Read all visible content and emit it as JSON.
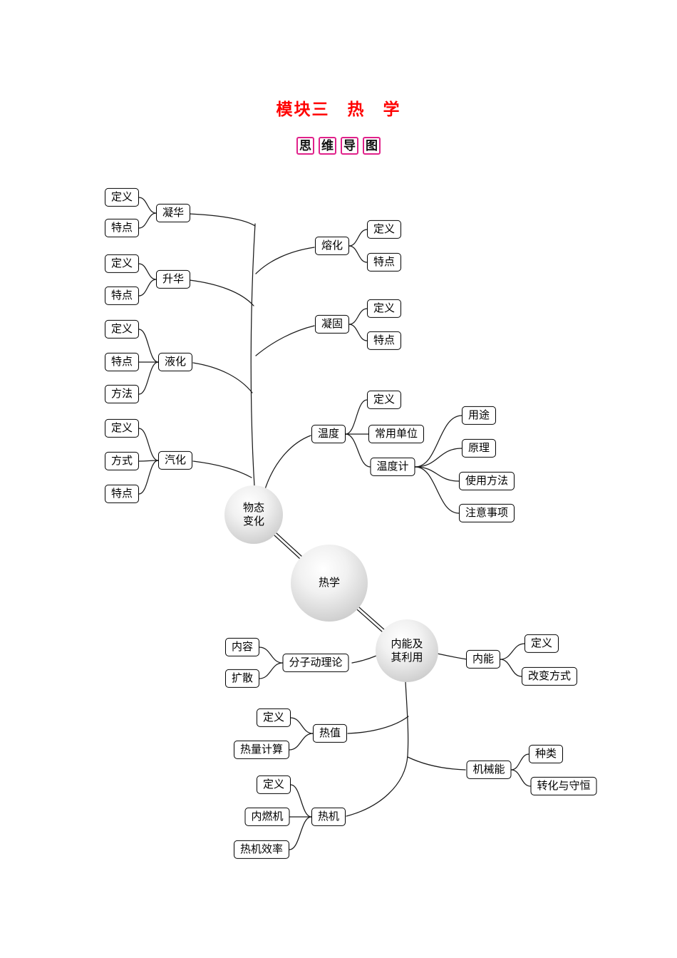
{
  "title": "模块三　热　学",
  "badge": {
    "chars": [
      "思",
      "维",
      "导",
      "图"
    ]
  },
  "colors": {
    "title_red": "#ff0000",
    "badge_border": "#e0218a",
    "line": "#1a1a1a",
    "box_border": "#000000",
    "box_bg": "#ffffff"
  },
  "nodes": {
    "rexue": {
      "label": "热学"
    },
    "wutai": {
      "label": "物态\n变化"
    },
    "nnly": {
      "label": "内能及\n其利用"
    },
    "nh": {
      "label": "凝华"
    },
    "nh_def": {
      "label": "定义"
    },
    "nh_ted": {
      "label": "特点"
    },
    "sh": {
      "label": "升华"
    },
    "sh_def": {
      "label": "定义"
    },
    "sh_ted": {
      "label": "特点"
    },
    "yh": {
      "label": "液化"
    },
    "yh_def": {
      "label": "定义"
    },
    "yh_ted": {
      "label": "特点"
    },
    "yh_ff": {
      "label": "方法"
    },
    "qh": {
      "label": "汽化"
    },
    "qh_def": {
      "label": "定义"
    },
    "qh_fs": {
      "label": "方式"
    },
    "qh_ted": {
      "label": "特点"
    },
    "rh": {
      "label": "熔化"
    },
    "rh_def": {
      "label": "定义"
    },
    "rh_ted": {
      "label": "特点"
    },
    "ng": {
      "label": "凝固"
    },
    "ng_def": {
      "label": "定义"
    },
    "ng_ted": {
      "label": "特点"
    },
    "wd": {
      "label": "温度"
    },
    "wd_def": {
      "label": "定义"
    },
    "wd_dw": {
      "label": "常用单位"
    },
    "wdj": {
      "label": "温度计"
    },
    "yt": {
      "label": "用途"
    },
    "yl": {
      "label": "原理"
    },
    "syff": {
      "label": "使用方法"
    },
    "zysx": {
      "label": "注意事项"
    },
    "fzdll": {
      "label": "分子动理论"
    },
    "nr": {
      "label": "内容"
    },
    "ks": {
      "label": "扩散"
    },
    "nn": {
      "label": "内能"
    },
    "nn_def": {
      "label": "定义"
    },
    "gbfs": {
      "label": "改变方式"
    },
    "rz": {
      "label": "热值"
    },
    "rz_def": {
      "label": "定义"
    },
    "rljs": {
      "label": "热量计算"
    },
    "jxn": {
      "label": "机械能"
    },
    "zl": {
      "label": "种类"
    },
    "zhysh": {
      "label": "转化与守恒"
    },
    "rj": {
      "label": "热机"
    },
    "rj_def": {
      "label": "定义"
    },
    "nrj": {
      "label": "内燃机"
    },
    "rjxl": {
      "label": "热机效率"
    }
  }
}
